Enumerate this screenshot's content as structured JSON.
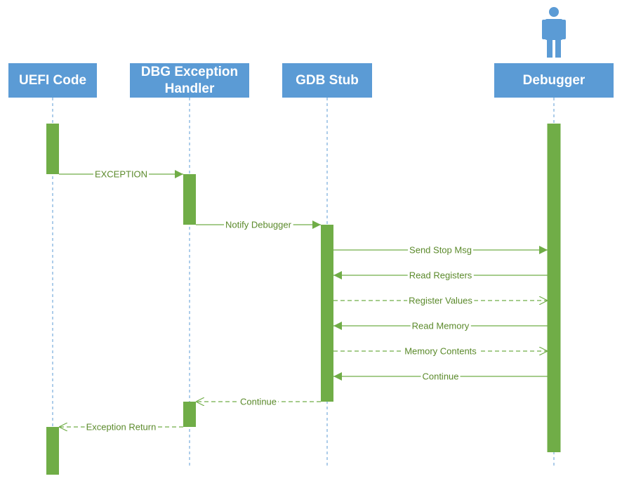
{
  "participants": [
    {
      "id": "uefi",
      "lines": [
        "UEFI Code"
      ]
    },
    {
      "id": "dbg",
      "lines": [
        "DBG Exception",
        "Handler"
      ]
    },
    {
      "id": "gdb",
      "lines": [
        "GDB Stub"
      ]
    },
    {
      "id": "debugger",
      "lines": [
        "Debugger"
      ],
      "actor_icon": "person-icon"
    }
  ],
  "messages": [
    {
      "from": "uefi",
      "to": "dbg",
      "label": "EXCEPTION",
      "style": "solid"
    },
    {
      "from": "dbg",
      "to": "gdb",
      "label": "Notify Debugger",
      "style": "solid"
    },
    {
      "from": "gdb",
      "to": "debugger",
      "label": "Send Stop Msg",
      "style": "solid"
    },
    {
      "from": "debugger",
      "to": "gdb",
      "label": "Read Registers",
      "style": "solid"
    },
    {
      "from": "gdb",
      "to": "debugger",
      "label": "Register Values",
      "style": "dashed"
    },
    {
      "from": "debugger",
      "to": "gdb",
      "label": "Read Memory",
      "style": "solid"
    },
    {
      "from": "gdb",
      "to": "debugger",
      "label": "Memory Contents",
      "style": "dashed"
    },
    {
      "from": "debugger",
      "to": "gdb",
      "label": "Continue",
      "style": "solid"
    },
    {
      "from": "gdb",
      "to": "dbg",
      "label": "Continue",
      "style": "dashed"
    },
    {
      "from": "dbg",
      "to": "uefi",
      "label": "Exception Return",
      "style": "dashed"
    }
  ],
  "colors": {
    "header_fill": "#5b9bd5",
    "header_text": "#ffffff",
    "activation": "#70ad47",
    "message": "#70ad47",
    "message_text": "#5b8a2b",
    "lifeline": "#5b9bd5",
    "actor": "#5b9bd5"
  }
}
